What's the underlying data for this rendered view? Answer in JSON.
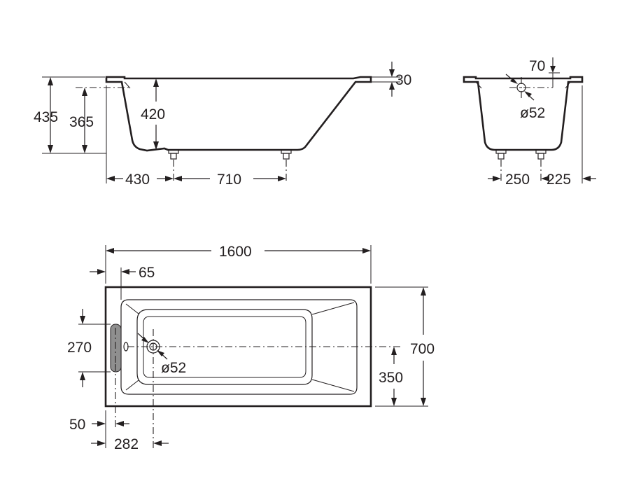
{
  "side_view": {
    "total_height": "435",
    "inner_height": "365",
    "depth": "420",
    "rim_thickness": "30",
    "front_leg_offset": "430",
    "leg_spacing": "710"
  },
  "end_view": {
    "overflow_offset": "70",
    "overflow_diameter": "ø52",
    "leg_spacing": "250",
    "leg_offset": "225"
  },
  "plan_view": {
    "length": "1600",
    "width": "700",
    "rim_width": "65",
    "overflow_height": "270",
    "drain_center_offset": "350",
    "drain_diameter": "ø52",
    "overflow_offset": "50",
    "drain_offset": "282"
  },
  "colors": {
    "line": "#231f20",
    "overflow_plate": "#8f8f8f"
  }
}
